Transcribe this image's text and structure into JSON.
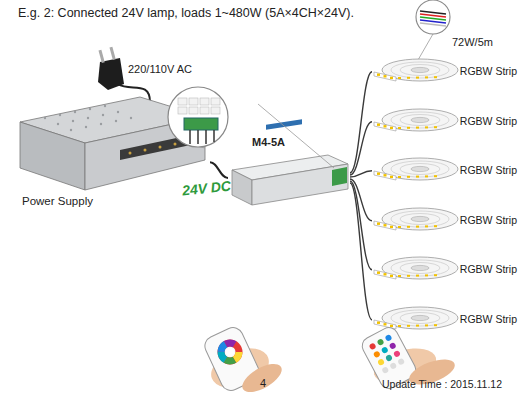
{
  "diagram": {
    "title": "E.g. 2: Connected 24V lamp, loads 1~480W (5A×4CH×24V).",
    "nodes": [
      {
        "text": [
          "Power Supply"
        ]
      },
      {
        "text": [
          "M4-5A"
        ]
      },
      {
        "text": [
          "RGBW Strip"
        ]
      },
      {
        "text": [
          "RGBW Strip"
        ]
      },
      {
        "text": [
          "RGBW Strip"
        ]
      },
      {
        "text": [
          "RGBW Strip"
        ]
      },
      {
        "text": [
          "RGBW Strip"
        ]
      },
      {
        "text": [
          "RGBW Strip"
        ]
      }
    ],
    "edges": [
      {
        "from": 0,
        "to": 1,
        "label": "24V DC",
        "arrow": "none"
      },
      {
        "from": 1,
        "to": 2,
        "arrow": "none"
      },
      {
        "from": 1,
        "to": 3,
        "arrow": "none"
      },
      {
        "from": 1,
        "to": 4,
        "arrow": "none"
      },
      {
        "from": 1,
        "to": 5,
        "arrow": "none"
      },
      {
        "from": 1,
        "to": 6,
        "arrow": "none"
      },
      {
        "from": 1,
        "to": 7,
        "arrow": "none"
      }
    ],
    "labels": [
      "220/110V AC",
      "72W/5m",
      "4",
      "Update Time : 2015.11.12"
    ]
  }
}
